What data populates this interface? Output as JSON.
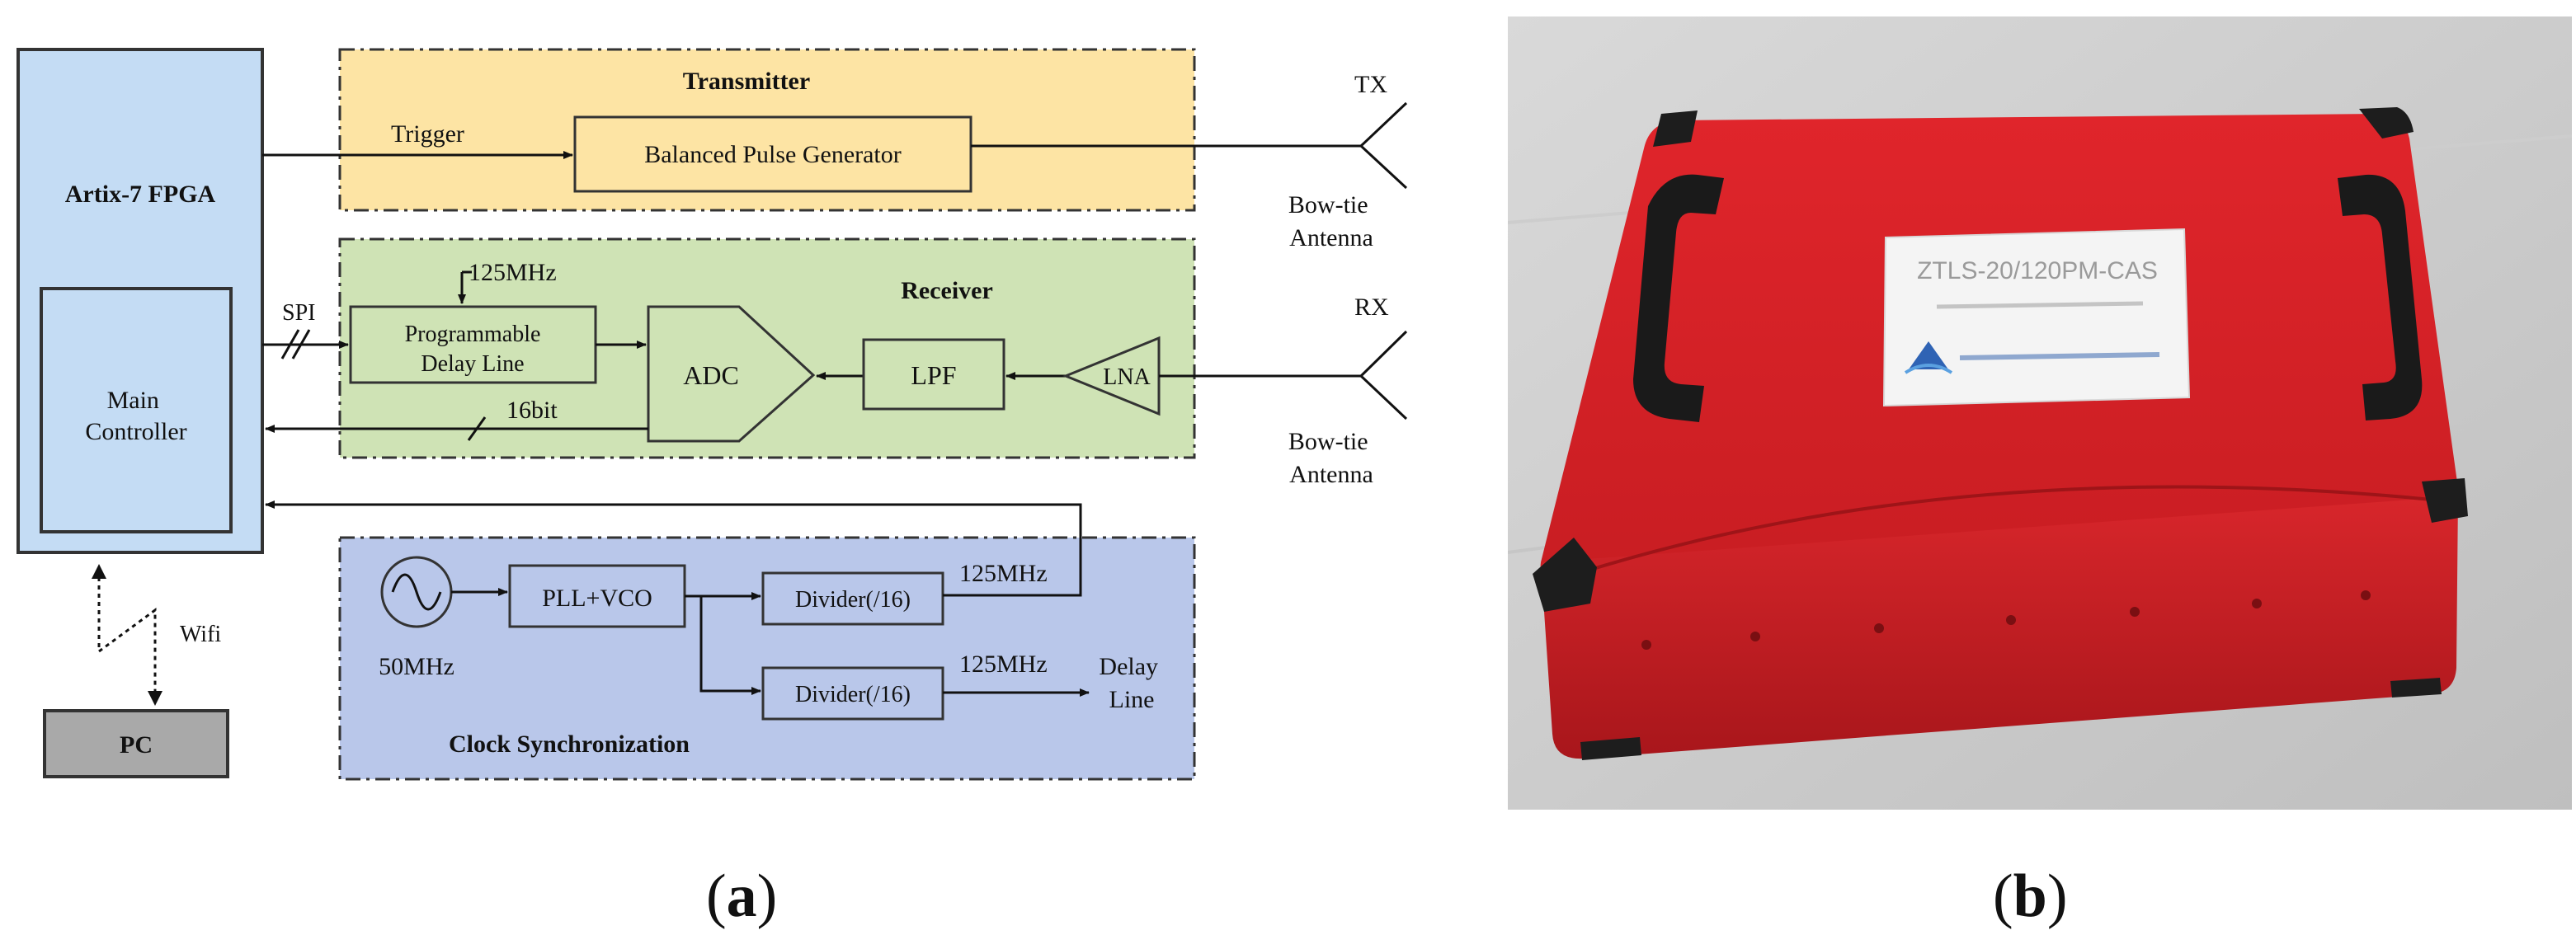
{
  "panel_a": {
    "fpga": {
      "title": "Artix-7 FPGA",
      "controller": "Main Controller",
      "pc": "PC",
      "wifi": "Wifi"
    },
    "transmitter": {
      "title": "Transmitter",
      "trigger": "Trigger",
      "pulse_generator": "Balanced Pulse Generator",
      "tx": "TX",
      "antenna": "Bow-tie Antenna"
    },
    "receiver": {
      "title": "Receiver",
      "clock": "125MHz",
      "spi": "SPI",
      "delay_line": "Programmable Delay Line",
      "adc": "ADC",
      "lpf": "LPF",
      "lna": "LNA",
      "bits": "16bit",
      "rx": "RX",
      "antenna": "Bow-tie Antenna"
    },
    "clock_sync": {
      "title": "Clock Synchronization",
      "osc": "50MHz",
      "pll": "PLL+VCO",
      "divider1": "Divider(/16)",
      "divider2": "Divider(/16)",
      "out1": "125MHz",
      "out2": "125MHz",
      "delay_line": "Delay Line"
    }
  },
  "panel_b": {
    "device_label_line1": "ZTLS-20/120PM-CAS"
  },
  "captions": {
    "a_open": "(",
    "a_letter": "a",
    "a_close": ")",
    "b_open": "(",
    "b_letter": "b",
    "b_close": ")"
  },
  "colors": {
    "transmitter_fill": "#fde4a4",
    "receiver_fill": "#cfe3b5",
    "clock_fill": "#b9c7ea",
    "fpga_fill": "#c4dcf4",
    "pc_fill": "#a9a9a9",
    "device_red": "#d21f25"
  }
}
